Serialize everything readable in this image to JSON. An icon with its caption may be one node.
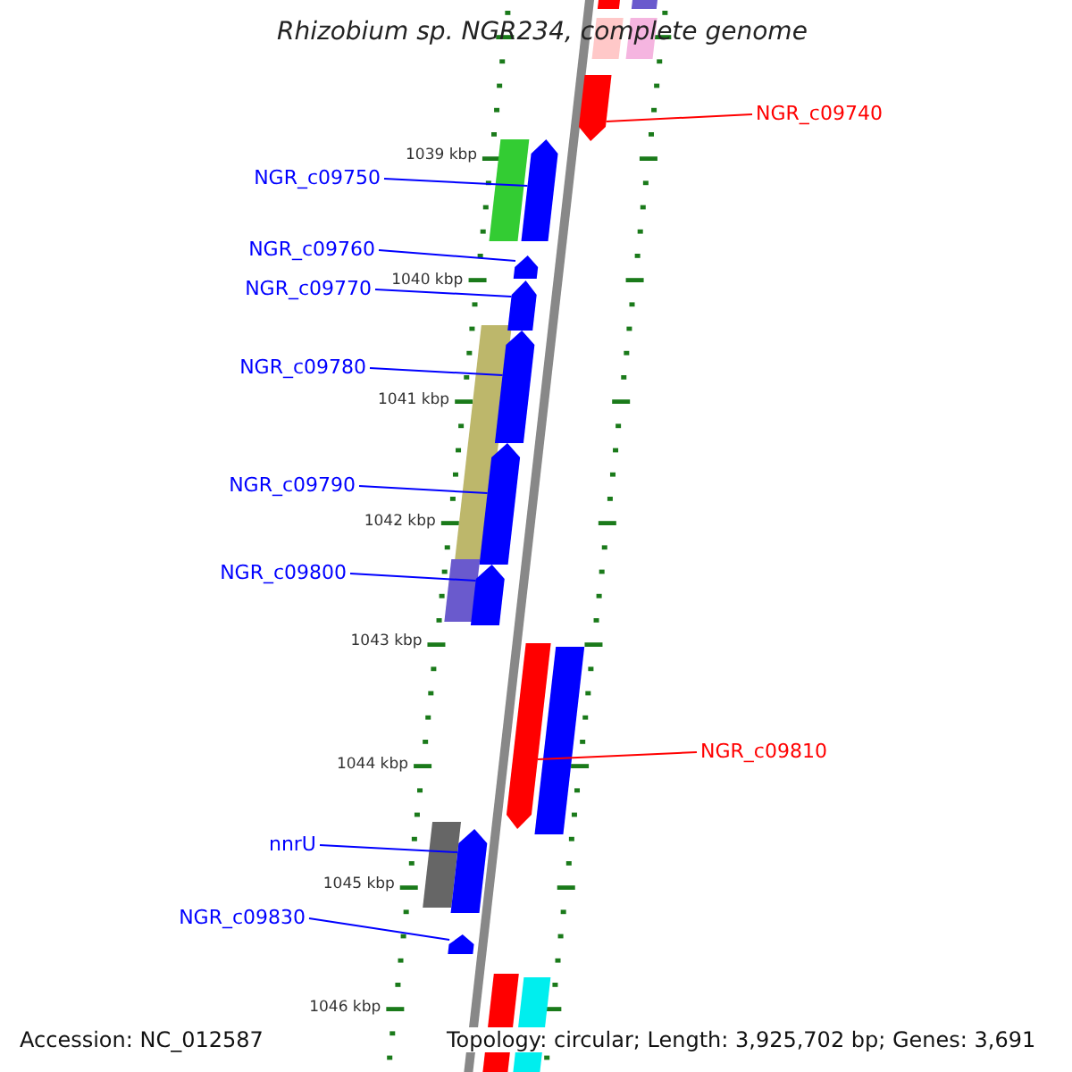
{
  "diagram": {
    "title": "Rhizobium sp. NGR234, complete genome",
    "nodes": [
      {
        "text": [
          "NGR_c09740"
        ]
      },
      {
        "text": [
          "NGR_c09750"
        ]
      },
      {
        "text": [
          "NGR_c09760"
        ]
      },
      {
        "text": [
          "NGR_c09770"
        ]
      },
      {
        "text": [
          "NGR_c09780"
        ]
      },
      {
        "text": [
          "NGR_c09790"
        ]
      },
      {
        "text": [
          "NGR_c09800"
        ]
      },
      {
        "text": [
          "NGR_c09810"
        ]
      },
      {
        "text": [
          "nnrU"
        ]
      },
      {
        "text": [
          "NGR_c09830"
        ]
      },
      {
        "text": [],
        "shape": "arrow"
      },
      {
        "text": [],
        "shape": "arrow"
      },
      {
        "text": [],
        "shape": "arrow"
      },
      {
        "text": [],
        "shape": "arrow"
      },
      {
        "text": [],
        "shape": "arrow"
      },
      {
        "text": [],
        "shape": "arrow"
      },
      {
        "text": [],
        "shape": "arrow"
      },
      {
        "text": [],
        "shape": "arrow"
      },
      {
        "text": [],
        "shape": "arrow"
      },
      {
        "text": [],
        "shape": "arrow"
      },
      {
        "text": [],
        "shape": "bar"
      },
      {
        "text": [],
        "shape": "bar"
      },
      {
        "text": [],
        "shape": "bar"
      },
      {
        "text": [],
        "shape": "bar"
      },
      {
        "text": [],
        "shape": "bar"
      },
      {
        "text": [],
        "shape": "bar"
      },
      {
        "text": [],
        "shape": "bar"
      },
      {
        "text": [],
        "shape": "bar"
      },
      {
        "text": [],
        "shape": "bar"
      },
      {
        "text": [],
        "shape": "bar"
      },
      {
        "text": [],
        "shape": "bar"
      }
    ],
    "edges": [
      {
        "from": 0,
        "to": 10,
        "arrow": "none",
        "color": "#ff0000"
      },
      {
        "from": 1,
        "to": 11,
        "arrow": "none"
      },
      {
        "from": 2,
        "to": 12,
        "arrow": "none"
      },
      {
        "from": 3,
        "to": 13,
        "arrow": "none"
      },
      {
        "from": 4,
        "to": 14,
        "arrow": "none"
      },
      {
        "from": 5,
        "to": 15,
        "arrow": "none"
      },
      {
        "from": 6,
        "to": 16,
        "arrow": "none"
      },
      {
        "from": 7,
        "to": 17,
        "arrow": "none",
        "color": "#ff0000"
      },
      {
        "from": 8,
        "to": 18,
        "arrow": "none"
      },
      {
        "from": 9,
        "to": 19,
        "arrow": "none"
      }
    ],
    "labels": [
      "1039 kbp",
      "1040 kbp",
      "1041 kbp",
      "1042 kbp",
      "1043 kbp",
      "1044 kbp",
      "1045 kbp",
      "1046 kbp",
      "Accession: NC_012587",
      "Topology: circular; Length: 3,925,702 bp; Genes: 3,691"
    ]
  }
}
